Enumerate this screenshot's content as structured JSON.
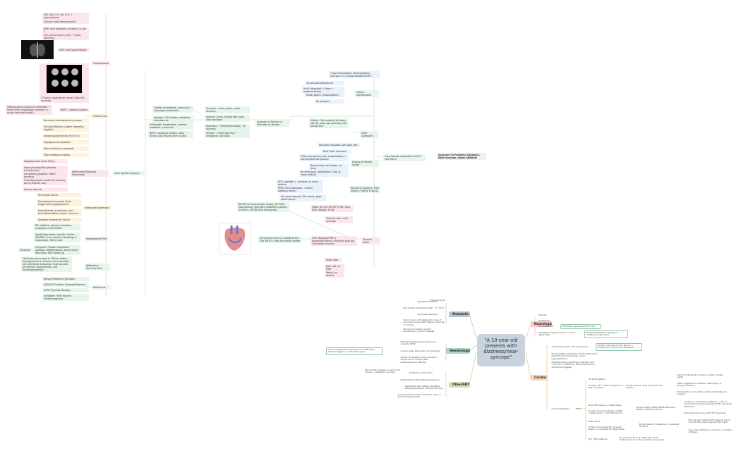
{
  "left_map": {
    "root": "Case Specific Analysis",
    "investigations": {
      "label": "Investigations",
      "items": [
        "CBC: Hb 12.5, Hct 37% → polycythemia",
        "Glucose: low (hemoconcent.)",
        "BMP: mild metabolic increase; Ca low ?",
        "ECG: sinus rhythm; QTc? → Rules spending",
        "CXR: mild hyperinflation",
        "CT brain: hyperdense vessel; High Hct; no bleed",
        "BNP ↑, troponin normal",
        "Interdisciplinary input to committee → heart failure physiology (common in single ventricle/Fontan)"
      ]
    },
    "problem_list": {
      "label": "Problem List",
      "items": [
        "Recurrent dizziness/near-syncope",
        "Hx Glenn/Fontan & Warm (bleeding fragility)",
        "Severe polycythemia (Hct 47%)",
        "Hypoglycemia episodes",
        "Mild viral illness (resolved)",
        "Mild metabolic acidosis"
      ]
    },
    "differential": {
      "label": "Differential Diagnosis (Prioritised)",
      "items": [
        "Hypoglycemia (most likely)",
        "Hyperviscosity/Polycythemia (contribution)",
        "Arrhythmia (possible, Holter pending)",
        "Thromboembolic stroke/TIA (unlikely; but no deficits now)",
        "Seizure disorder"
      ]
    },
    "integrated": {
      "label": "Integrated Impression",
      "items": [
        "HLHS post-Fontan",
        "Dizziness/near-syncope likely triggered by hypoglycemia",
        "Polycythemia, arrhythmia, and thromboembolism remain concerns",
        "Sedation overdue for Fontan"
      ]
    },
    "management": {
      "label": "Management Plan",
      "items": [
        "ED: stabilise, glucose correction, hydration, ECG/CT/MRA",
        "Ward/Observation: monitor, Holter, FBC/PBG, IV as needed, cardiology & nephrology / NICU input",
        "Long-term: Fontan completion (possibly differentiated), alerts; family education; MDT follow-up"
      ],
      "side": "Outcome"
    },
    "reflection": {
      "label": "Reflection / Teaching Point",
      "items": [
        "\"Not every dizzy spell in CHD is cardiac. Hypoglycemia is common and reversible, but systematic evaluation must consider arrhythmia, polycythemia, and thromboembolism.\""
      ]
    },
    "references": {
      "label": "References",
      "items": [
        "Nelson Pediatrics (Syncope)",
        "AHA/ESC Pediatric Syncope/Dizziness",
        "CHOP Syncope Pathway",
        "UpToDate: HLHS beyond Fontan/prognosis"
      ]
    },
    "right_col": {
      "syncope_header": "Syncope vs Seizure vs Dizziness vs Vertigo",
      "syncope_items": [
        "Cardiac (arrhythmia, structural); vasovagal; orthostatic",
        "Epilepsy, CNS lesions, metabolic disturbances",
        "Orthostatic hypotension, anemia, metabolic, endocrine",
        "BPPV, vestibular neuritis, otitis media, CNS lesions (rare in kids)"
      ],
      "syncope_sub": [
        "Syncope → short, pallor, quick recovery",
        "Seizure → jerks, tongue bite, post-ictal confusion",
        "Dizziness → \"faint/lightheaded,\" no spinning",
        "Vertigo → \"room spinning,\" nystagmus, ear signs"
      ],
      "mother": "Mother: \"He suddenly felt dizzy, like the room was spinning, and almost fell.\"",
      "chief": "Chief Complaint",
      "recurrent": "Recurrent episodes over past year",
      "patient_id": {
        "label": "Patient Identification",
        "items": [
          "\"Case Presentation: Dizziness/Near-Syncope in a 10-year-old with HLHS\"",
          "10-year-old-Vietnamese",
          "HLHS: Norwood → Glenn → awaiting Fontan",
          "Meds: Aspirin, Enoxa(absent)",
          "No allergies"
        ]
      },
      "history": {
        "label": "History of Present Illness",
        "items": [
          "Brief \"box\" dizziness",
          "Often precedes by poor intake/fasting → documented low glucose",
          "Recent mild viral illness, no fever",
          "No chest pain, palpitations, SOB, or neuro deficits"
        ]
      },
      "review": {
        "label": "Review of Systems / Past History / Family & Social",
        "items": [
          "ROS: appetite ↓, no fever, no neuro deficits",
          "PMH: HLHS (Norwood → Glenn), awaiting Fontan",
          "Hx: none relevant; SH: school, good performance"
        ]
      },
      "exam": {
        "label": "Physical Exam",
        "items": [
          "Vitals: HR 110 HR; BP 97/61; SpO₂ 84%; Weight: 29 kg",
          "General: alert, mild cyanosis",
          "CVS: displaced PMI & holosystolic/Brush; expected post-op), 2/6 systolic murmur",
          "Resp: clear",
          "Abd: soft, no HSM",
          "Neuro: no deficits"
        ],
        "vitals_detail": "BB HR 110 (tachycardic range), BP 97/61 (low-normal), SpO₂ 84% (baseline cyanosis in Glenn), RR 26 (mild tachypnea)",
        "cvs_detail": "2/6 systolic murmur loudest at the 2nd left ICS; near the sternal border"
      },
      "case_app": "Case Specific Application: HLHS Post Glenn",
      "approach": "Approach to Pediatric Dizziness / Near-Syncope, Under ARNAntt"
    }
  },
  "central": {
    "title": "\"A 10-year-old presents with dizziness/near-syncope\"",
    "branches": {
      "metabolic": {
        "label": "Metabolic",
        "items": [
          "Hypoglycemia",
          "Dyselectrolytemia",
          "Electrolyte disturbance (Na⁺, K⁺, Ca²⁺)",
          "Acid-base disorders",
          "Inborn errors of metabolism (rare, if recurrent events with fasting, exercise, or illness)",
          "Endocrine causes: adrenal insufficiency, thyroid disease"
        ]
      },
      "hematologic": {
        "label": "Hematologic",
        "items": [
          "Polycythemia/hyperviscosity (esp. cyanotic CHD)",
          "Anemia (less likely here, but general)",
          "Sickle cell disease (vaso-occlusion, stroke risk in children with dizziness/neuro deficits)"
        ],
        "side": "pulmonary/bronchial history (iron deficiency anemia triggers in adolescent girls)"
      },
      "other": {
        "label": "Other/ENT",
        "items": [
          "Vestibular dysfunction",
          "Dehydration/orthostatic hypotension",
          "Medication side effects (diuretics, antihypertensives, antiarrhythmics)",
          "Psychogenic/functional dizziness (esp. in anxious adolescents)"
        ],
        "side": "BIF-specific triggers (recent viral illness → vestibular neuritis)"
      },
      "neurologic": {
        "label": "Neurologic",
        "items": [
          "Seizure",
          "Stroke/TIA",
          "Increased ICP",
          "Vestibular migraine (less in school-aged kids)"
        ],
        "icp_detail": "Embolism (type/edema for ICP)",
        "vm_detail": "Positional/guidance testing (if vestibular suspected)"
      },
      "cardiac": {
        "label": "Cardiac",
        "items": [
          "Arrhythmias (SVT, VT, heart block)",
          "Structural/flow limitation (LVOT obstruction; Glenn/Fontan physiology; caval hypoperfusion)",
          "Pharmacologic/neurologic (vascular and common in pediatrics; often exertional or emotional triggers)",
          "Channelopathies"
        ],
        "arr_detail": "exertion syncope during sports → arrhythmia until proven otherwise",
        "ecg_label": "ECG",
        "channel_items": [
          "QT Prolongation",
          "Finding: QTc > 460 ms (girls) or > 450 ms (boys)",
          "Short PR Interval + Delta Wave",
          "Finding: Slurred upstroke of QRS (\"delta wave\"), short PR interval",
          "Heart Block",
          "Finding: Prolonged PR, dropped beats, or complete AV dissociation",
          "QTc / BrS patterns"
        ],
        "channel_sub": [
          "Points toward: Long QT Syndrome (LQTS)",
          "Points toward: WPW (Wolff-Parkinson-White) / WPW Syndrome",
          "Points toward: Congenital or acquired AV block",
          "Structural CHD (e.g., HCM with LVOT obstruction) can cause exertional syncope"
        ],
        "channel_notes": [
          "Risk of torsades de pointes, sudden cardiac death",
          "Often triggered by exertion, swimming, or strong emotions",
          "Family history of sudden cardiac death may be present",
          "Accessory conduction pathway → risk of supraventricular tachycardia (SVT) and atrial fibrillation",
          "Dizziness may occur with SVT episodes",
          "May be associated with maternal lupus, myocarditis, post-surgical CHD repair",
          "Can cause dizziness, syncope, or sudden collapse"
        ]
      }
    }
  },
  "colors": {
    "pink": "#fbe6ec",
    "yellow": "#fdf3dc",
    "green": "#e6f5ea",
    "blue": "#e9f1fb",
    "center": "#c9d3df",
    "line_green": "#8ccaa4",
    "line_orange": "#e8b27a",
    "line_red": "#e6a3a3",
    "line_blue": "#9fb4cc"
  }
}
